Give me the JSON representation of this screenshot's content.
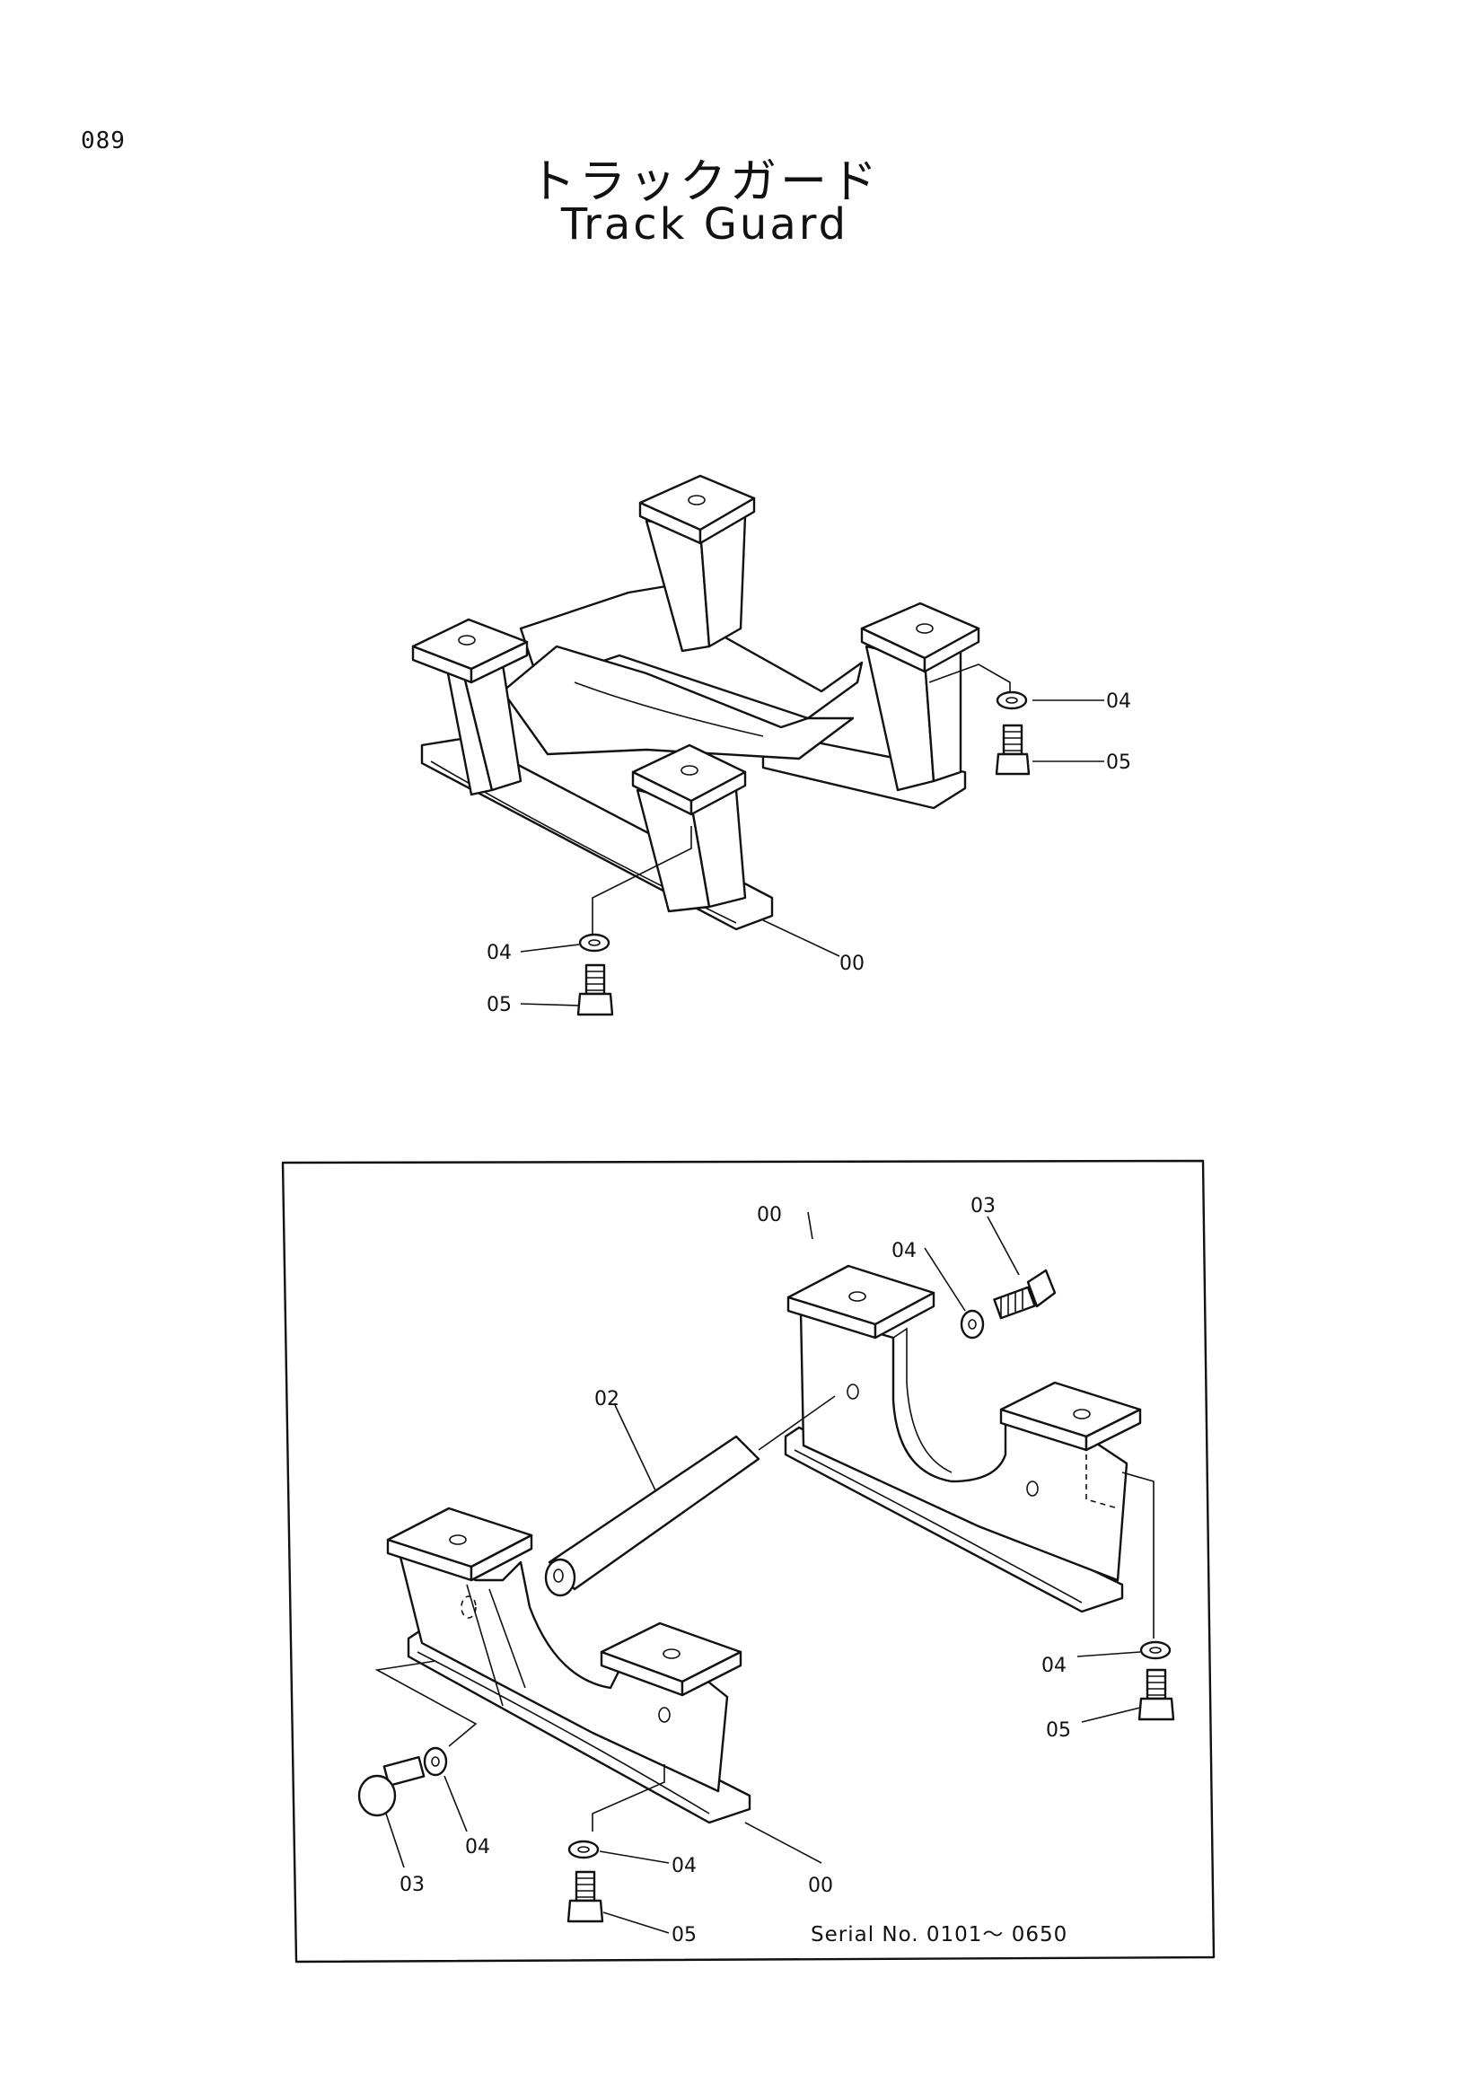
{
  "page_number": "089",
  "title_jp": "トラックガード",
  "title_en": "Track Guard",
  "top_view": {
    "callouts": [
      "04",
      "05",
      "04",
      "05",
      "00"
    ]
  },
  "bottom_view": {
    "callouts": [
      "00",
      "04",
      "03",
      "02",
      "04",
      "05",
      "04",
      "03",
      "04",
      "05",
      "00"
    ],
    "serial_note": "Serial No. 0101〜 0650"
  }
}
